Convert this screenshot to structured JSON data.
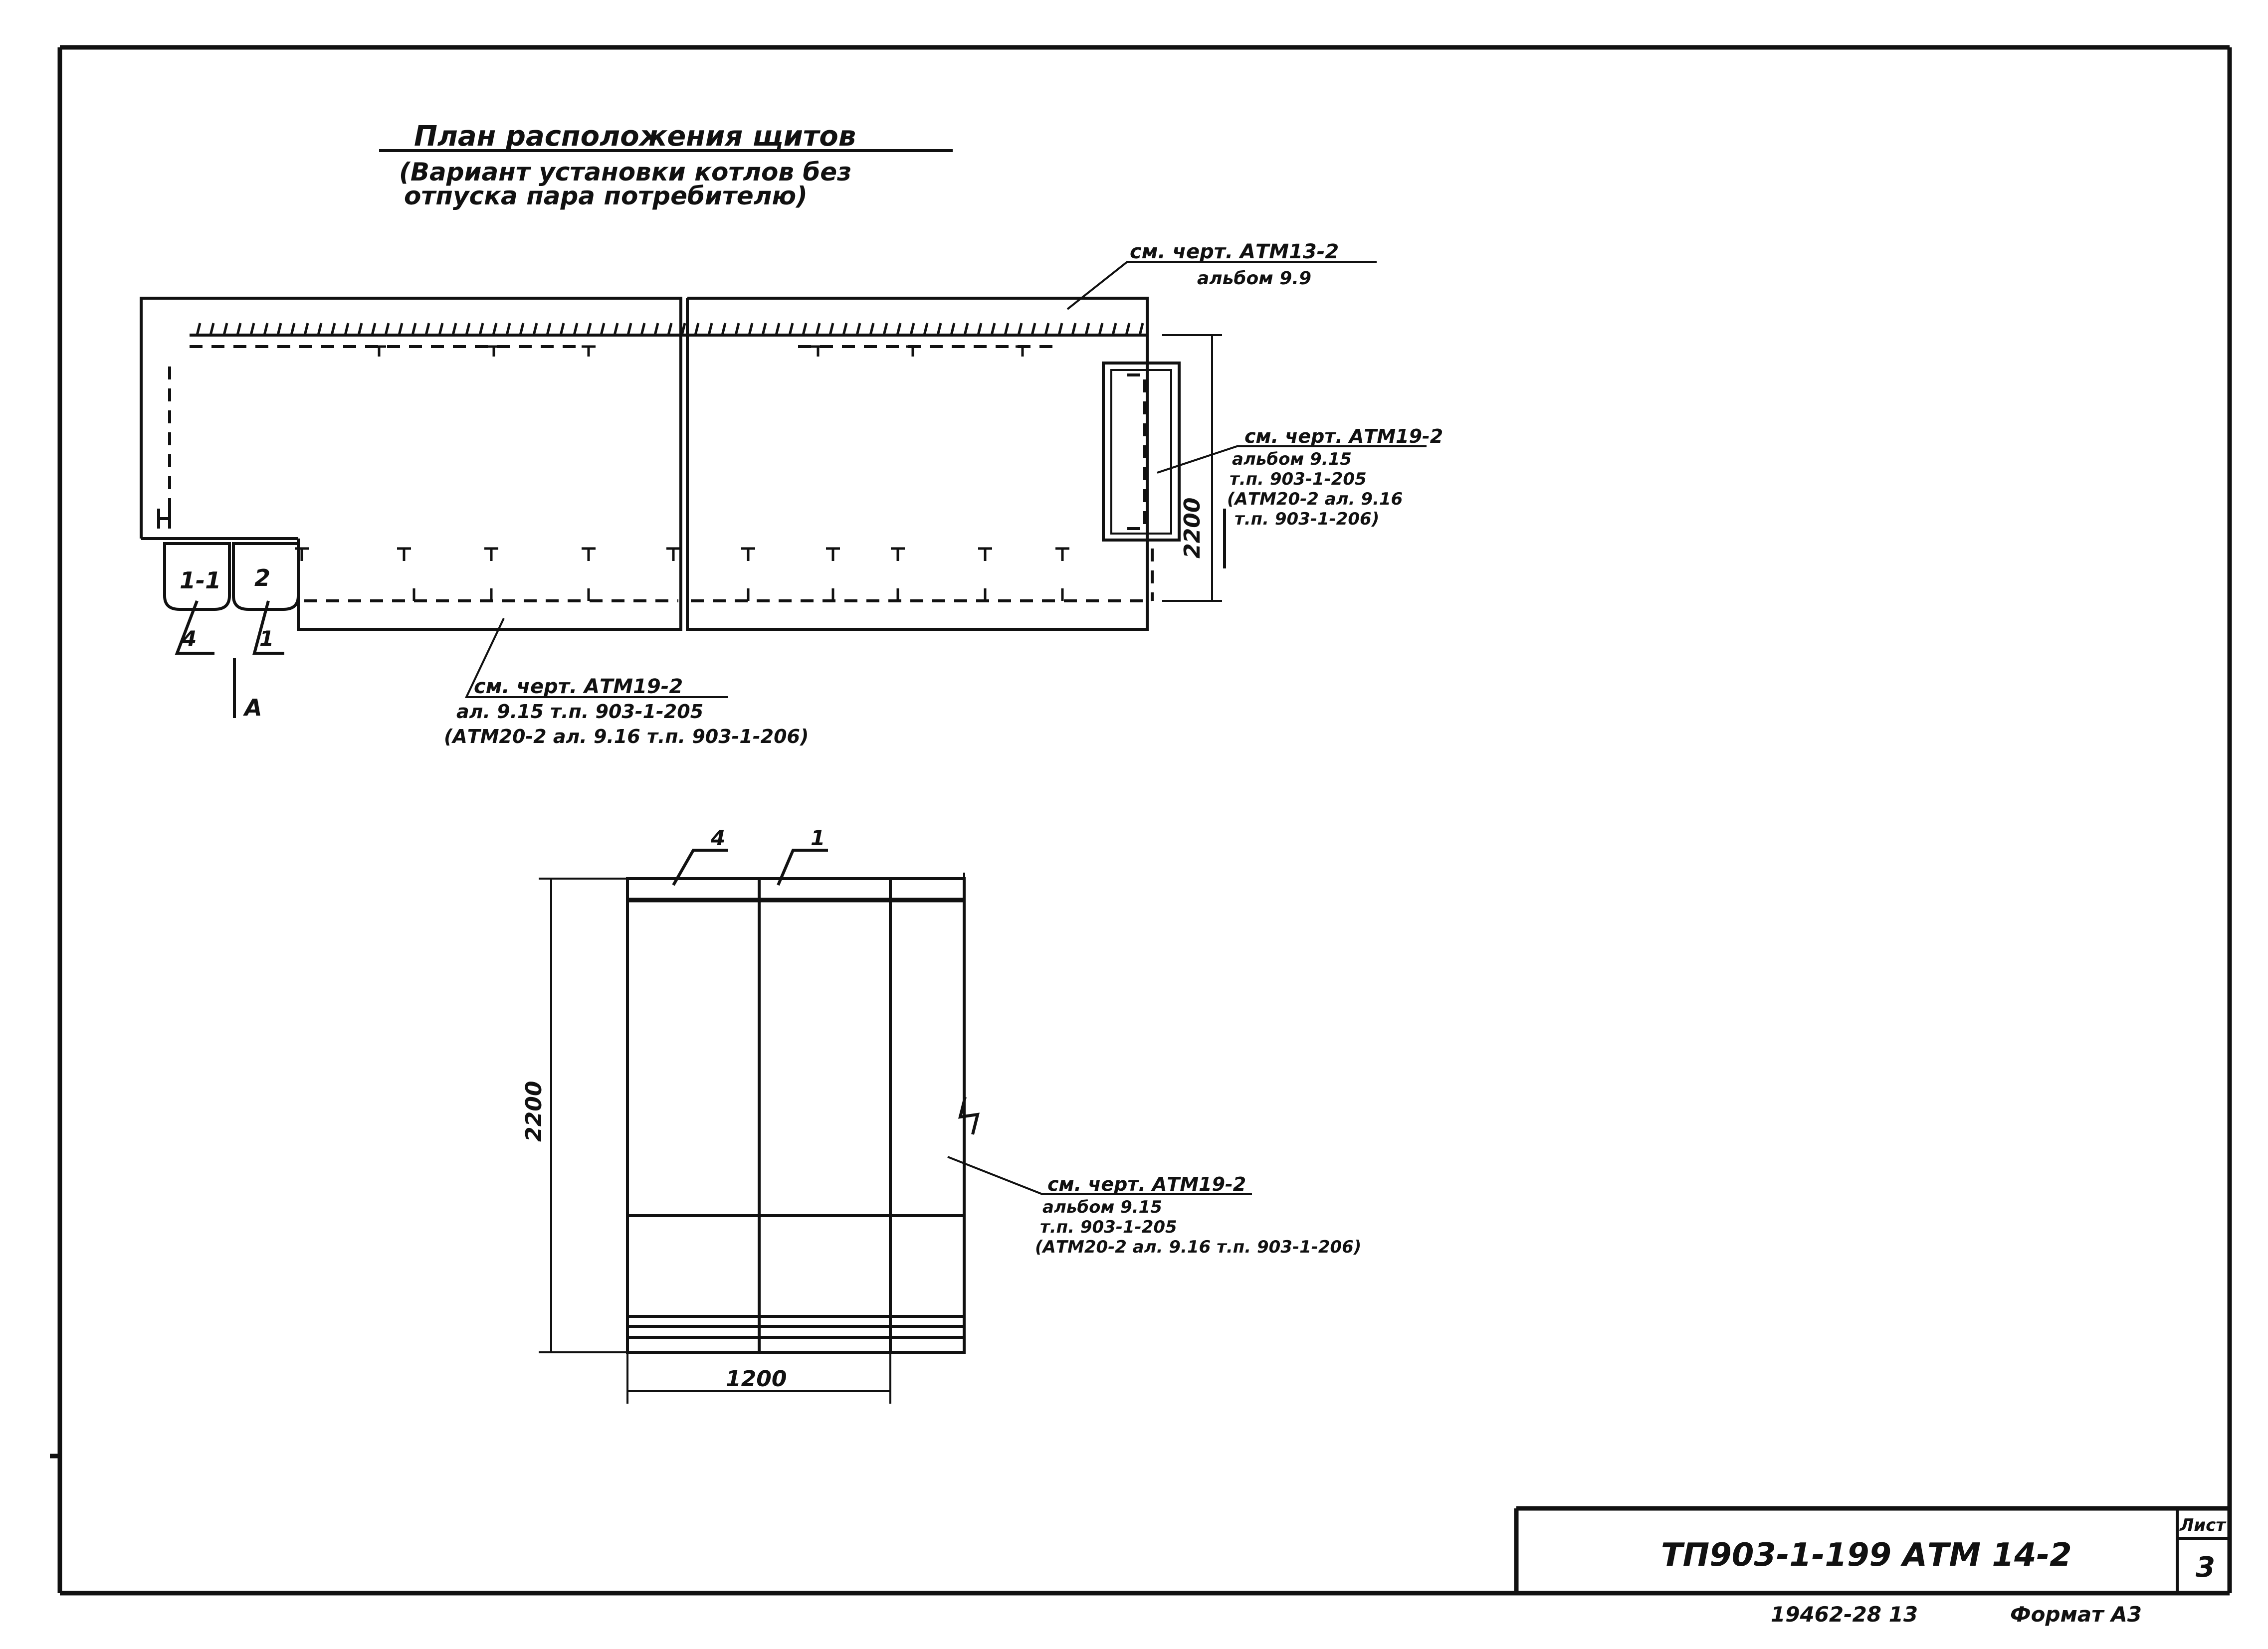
{
  "drawing": {
    "title_line1": "План расположения щитов",
    "title_line2": "(Вариант установки котлов без",
    "title_line3": "отпуска пара потребителю)",
    "callout_top": {
      "line1": "см. черт. АТМ13-2",
      "line2": "альбом 9.9"
    },
    "callout_right": {
      "line1": "см. черт. АТМ19-2",
      "line2": "альбом 9.15",
      "line3": "т.п. 903-1-205",
      "line4": "(АТМ20-2 ал. 9.16",
      "line5": "т.п. 903-1-206)"
    },
    "callout_bottom": {
      "line1": "см. черт. АТМ19-2",
      "line2": "ал. 9.15 т.п. 903-1-205",
      "line3": "(АТМ20-2 ал. 9.16 т.п. 903-1-206)"
    },
    "callout_elev": {
      "line1": "см. черт. АТМ19-2",
      "line2": "альбом 9.15",
      "line3": "т.п. 903-1-205",
      "line4": "(АТМ20-2 ал. 9.16 т.п. 903-1-206)"
    },
    "panel_labels": [
      "1-1",
      "2"
    ],
    "leader_numbers": [
      "4",
      "1"
    ],
    "view_marker": "А",
    "dim_plan_height": "2200",
    "dim_elev_height": "2200",
    "dim_elev_width": "1200"
  },
  "title_block": {
    "code": "ТП903-1-199  АТМ 14-2",
    "sheet_label": "Лист",
    "sheet_number": "3"
  },
  "footer": {
    "inventory": "19462-28  13",
    "format": "Формат А3"
  }
}
